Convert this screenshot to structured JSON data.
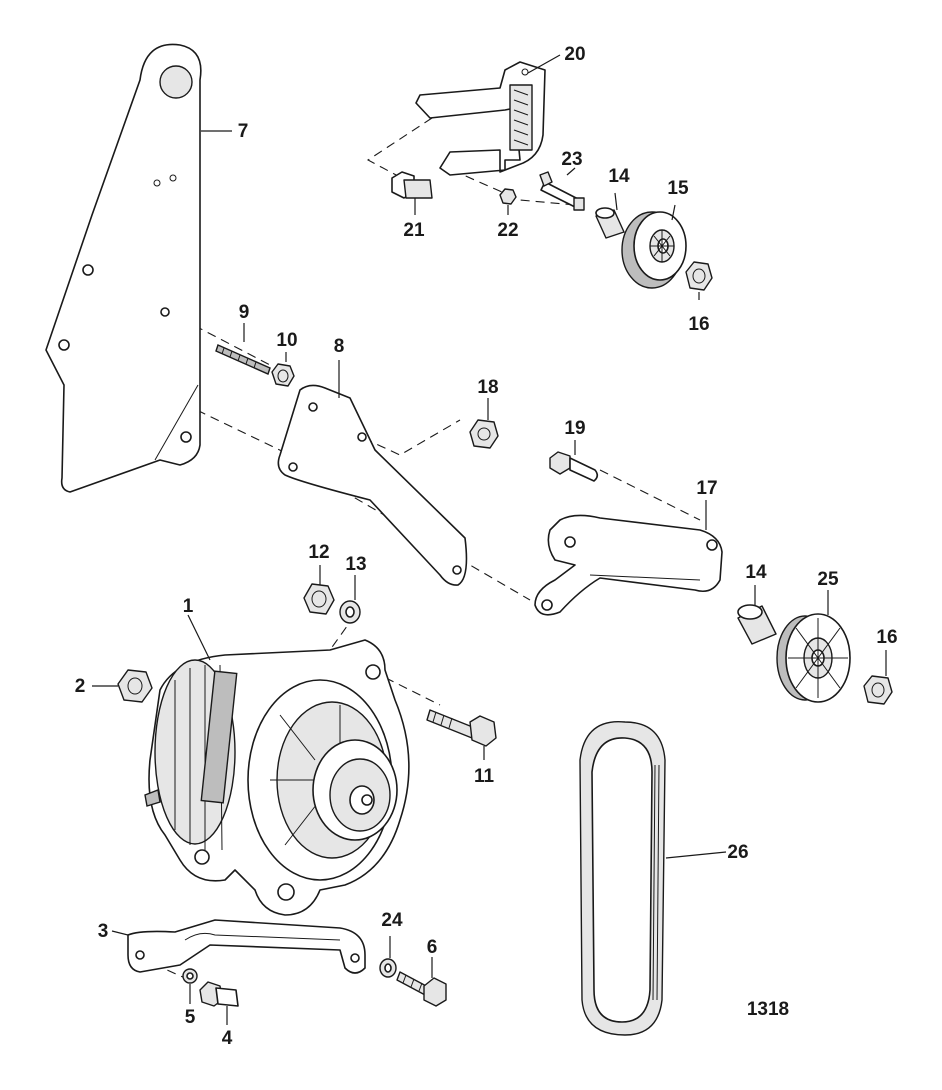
{
  "diagram": {
    "figure_number": "1318",
    "callouts": [
      "1",
      "2",
      "3",
      "4",
      "5",
      "6",
      "7",
      "8",
      "9",
      "10",
      "11",
      "12",
      "13",
      "14",
      "15",
      "16",
      "17",
      "18",
      "19",
      "20",
      "21",
      "22",
      "23",
      "24",
      "25",
      "26"
    ],
    "callout_14b": "14",
    "callout_16b": "16"
  }
}
